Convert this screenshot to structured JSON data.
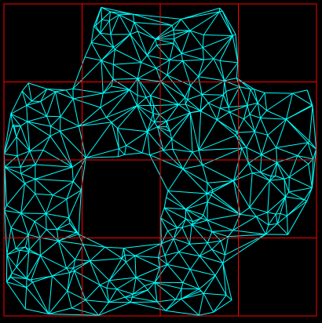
{
  "colors": {
    "background": "#000000",
    "grid": "#ff0000",
    "mesh": "#00ffff"
  },
  "figure": {
    "type": "triangulated mesh with square grid overlay",
    "grid_cells": [
      4,
      4
    ],
    "empty_cells": [
      [
        0,
        0
      ],
      [
        3,
        0
      ],
      [
        1,
        2
      ],
      [
        3,
        3
      ]
    ]
  }
}
